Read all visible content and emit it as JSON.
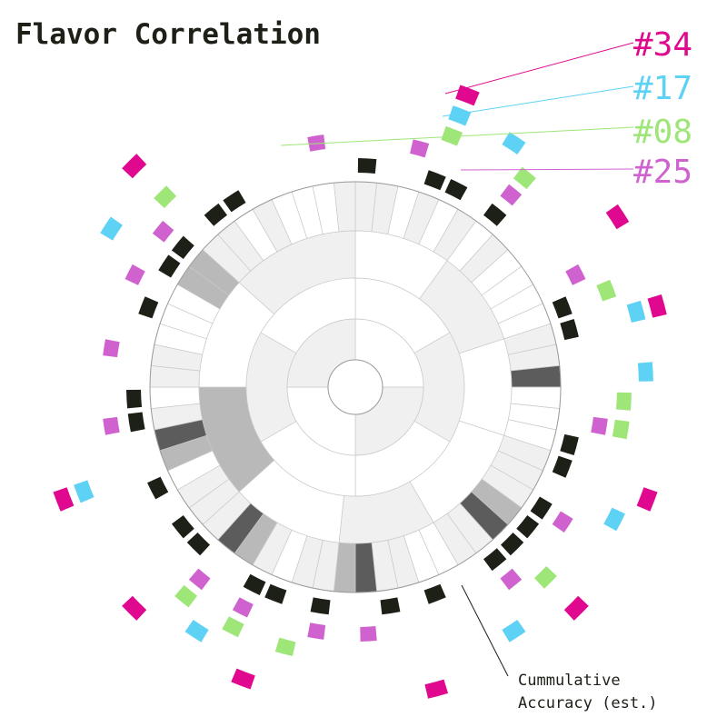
{
  "title": "Flavor Correlation",
  "legend": [
    {
      "label": "#34",
      "color": "#e0088e"
    },
    {
      "label": "#17",
      "color": "#5ed2f5"
    },
    {
      "label": "#08",
      "color": "#9de677"
    },
    {
      "label": "#25",
      "color": "#d062cf"
    }
  ],
  "accuracy_color": "#1c2017",
  "annotation": [
    "Cummulative",
    "Accuracy (est.)"
  ],
  "chart_data": {
    "type": "radial-dendrogram",
    "leaves": 60,
    "cumulative_accuracy": [
      1,
      0,
      0,
      1,
      1,
      0,
      1,
      0,
      0,
      0,
      0,
      1,
      1,
      0,
      0,
      0,
      0,
      1,
      1,
      0,
      1,
      1,
      1,
      1,
      0,
      0,
      1,
      0,
      1,
      0,
      0,
      1,
      0,
      1,
      1,
      0,
      0,
      1,
      1,
      0,
      1,
      0,
      0,
      1,
      1,
      0,
      0,
      0,
      1,
      0,
      1,
      1,
      0,
      1,
      1,
      0,
      0,
      0,
      0,
      0
    ],
    "leaf_shading": [
      1,
      1,
      0,
      1,
      0,
      1,
      0,
      1,
      0,
      0,
      0,
      0,
      1,
      1,
      3,
      0,
      0,
      0,
      1,
      1,
      1,
      2,
      3,
      1,
      1,
      0,
      0,
      1,
      1,
      3,
      2,
      1,
      1,
      0,
      1,
      2,
      3,
      1,
      1,
      1,
      0,
      2,
      3,
      1,
      0,
      1,
      1,
      0,
      0,
      0,
      2,
      2,
      1,
      1,
      0,
      1,
      0,
      0,
      0,
      1
    ],
    "markers": {
      "#34": [
        3,
        9,
        12,
        18,
        22,
        27,
        33,
        37,
        41,
        52
      ],
      "#17": [
        3,
        5,
        12,
        14,
        19,
        24,
        35,
        41,
        50
      ],
      "#08": [
        3,
        6,
        11,
        15,
        16,
        22,
        32,
        34,
        36,
        52
      ],
      "#25": [
        2,
        6,
        10,
        16,
        20,
        23,
        29,
        31,
        34,
        36,
        43,
        46,
        49,
        51,
        58
      ]
    }
  }
}
